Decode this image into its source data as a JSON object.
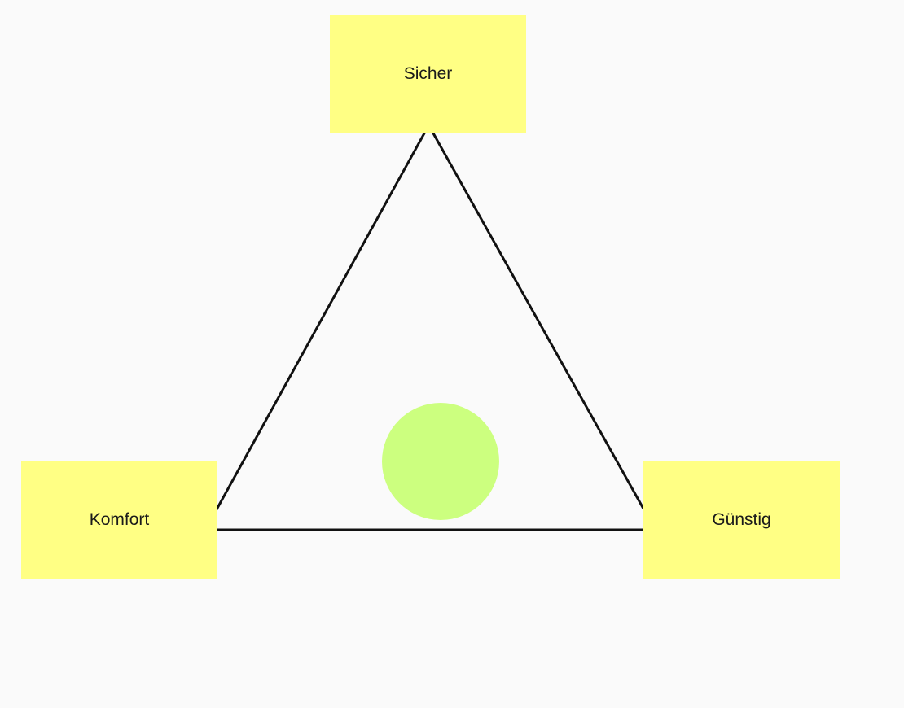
{
  "diagram": {
    "notes": {
      "top": "Sicher",
      "left": "Komfort",
      "right": "Günstig"
    },
    "colors": {
      "note_fill": "#ffff84",
      "marker_fill": "#ccff7f",
      "line": "#111111",
      "background": "#fafafa"
    },
    "marker_shape": "circle"
  }
}
